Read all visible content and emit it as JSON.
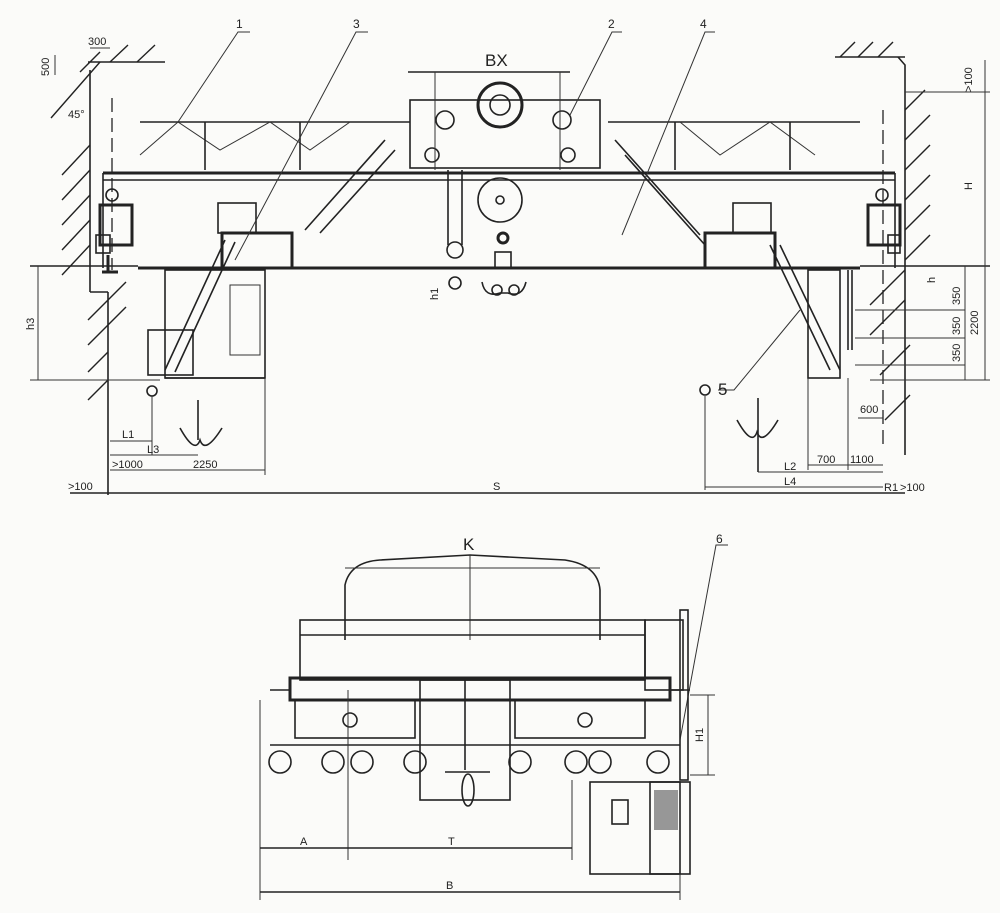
{
  "drawing": {
    "callouts": {
      "c1": "1",
      "c2": "2",
      "c3": "3",
      "c4": "4",
      "c5": "5",
      "c6": "6"
    },
    "front_view": {
      "bx": "BX",
      "s": "S",
      "h": "H",
      "h_small": "h",
      "h1": "h1",
      "h3": "h3",
      "d300": "300",
      "d500": "500",
      "angle": "45°",
      "gt100_top": ">100",
      "gt100_left": ">100",
      "gt100_right": ">100",
      "r1": "R1",
      "gt1000": ">1000",
      "d2250": "2250",
      "l1": "L1",
      "l3": "L3",
      "l2": "L2",
      "l4": "L4",
      "d700": "700",
      "d1100": "1100",
      "d600": "600",
      "d350_a": "350",
      "d350_b": "350",
      "d350_c": "350",
      "d2200": "2200"
    },
    "end_view": {
      "k": "K",
      "h1": "H1",
      "a": "A",
      "t": "T",
      "b": "B"
    }
  }
}
